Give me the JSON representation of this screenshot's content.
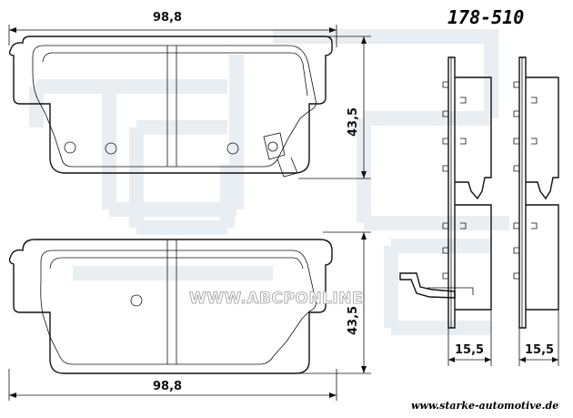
{
  "part_number": "178-510",
  "website": "www.starke-automotive.de",
  "watermark": "WWW.ABCPONLINE",
  "dimensions": {
    "width_top": "98,8",
    "width_bottom": "98,8",
    "height_top": "43,5",
    "height_bottom": "43,5",
    "thickness_left": "15,5",
    "thickness_right": "15,5"
  },
  "background_logo_color": "#e9eef2"
}
